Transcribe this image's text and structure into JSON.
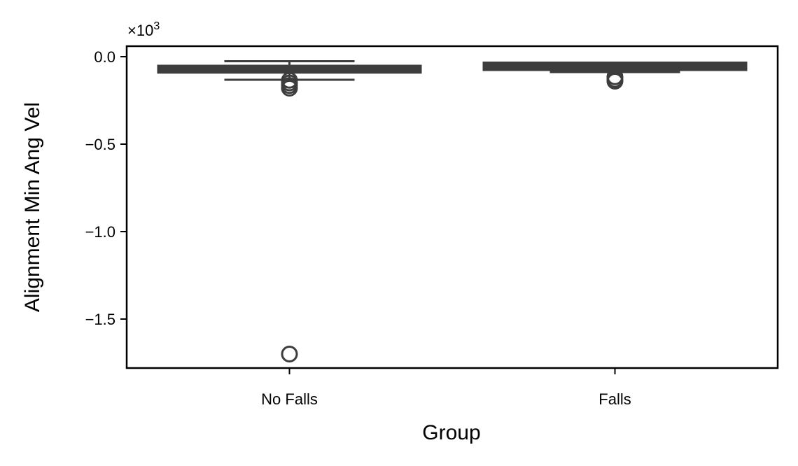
{
  "chart_data": {
    "type": "box",
    "xlabel": "Group",
    "ylabel": "Alignment Min Ang Vel",
    "y_multiplier": {
      "base": "×10",
      "exponent": "3"
    },
    "categories": [
      "No Falls",
      "Falls"
    ],
    "ylim": [
      -1.78,
      0.06
    ],
    "yticks": [
      0.0,
      -0.5,
      -1.0,
      -1.5
    ],
    "ytick_labels": [
      "0.0",
      "−0.5",
      "−1.0",
      "−1.5"
    ],
    "grid": false,
    "color": "#3d3d3d",
    "boxes": [
      {
        "category": "No Falls",
        "q1": -0.085,
        "median": -0.072,
        "q3": -0.058,
        "whisker_low": -0.132,
        "whisker_high": -0.026,
        "outliers": [
          -0.135,
          -0.15,
          -0.165,
          -0.18,
          -1.7
        ]
      },
      {
        "category": "Falls",
        "q1": -0.07,
        "median": -0.06,
        "q3": -0.04,
        "whisker_low": -0.088,
        "whisker_high": -0.035,
        "outliers": [
          -0.115,
          -0.13,
          -0.14
        ]
      }
    ]
  }
}
